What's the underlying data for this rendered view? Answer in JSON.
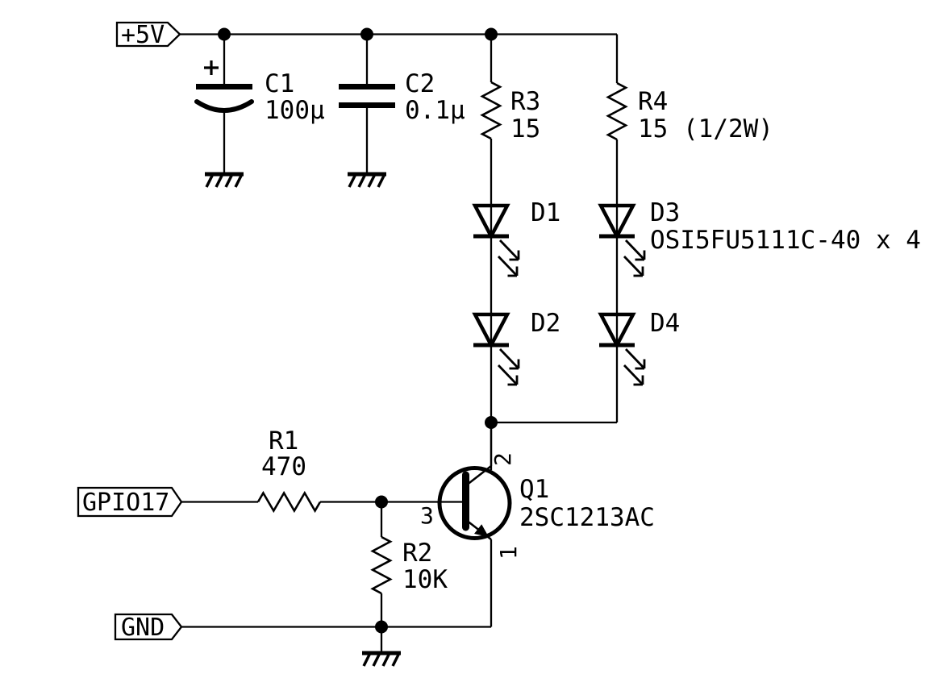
{
  "schematic": {
    "flags": {
      "power": "+5V",
      "input": "GPIO17",
      "ground": "GND"
    },
    "components": {
      "c1": {
        "ref": "C1",
        "value": "100µ",
        "polarity_mark": "+"
      },
      "c2": {
        "ref": "C2",
        "value": "0.1µ"
      },
      "r1": {
        "ref": "R1",
        "value": "470"
      },
      "r2": {
        "ref": "R2",
        "value": "10K"
      },
      "r3": {
        "ref": "R3",
        "value": "15"
      },
      "r4": {
        "ref": "R4",
        "value": "15 (1/2W)"
      },
      "d1": {
        "ref": "D1"
      },
      "d2": {
        "ref": "D2"
      },
      "d3": {
        "ref": "D3",
        "part_note": "OSI5FU5111C-40 x 4"
      },
      "d4": {
        "ref": "D4"
      },
      "q1": {
        "ref": "Q1",
        "value": "2SC1213AC",
        "pin_collector": "2",
        "pin_base": "3",
        "pin_emitter": "1"
      }
    },
    "colors": {
      "line": "#000000",
      "background": "#ffffff"
    }
  }
}
